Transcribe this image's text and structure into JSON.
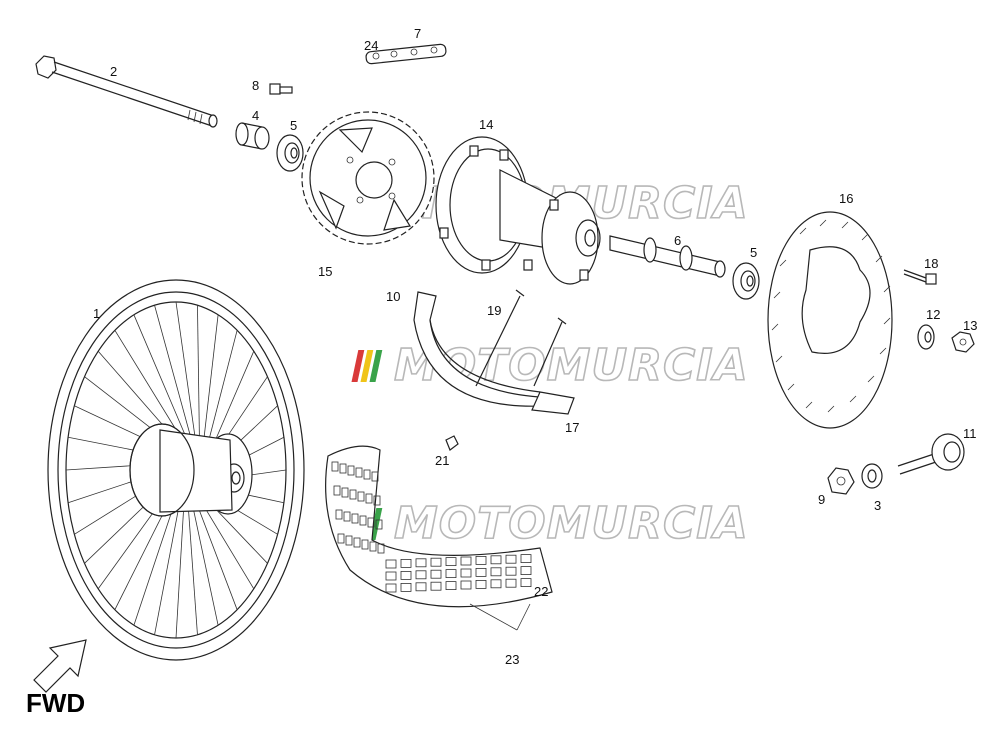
{
  "diagram": {
    "direction_label": "FWD",
    "watermark_text": "MOTOMURCIA",
    "watermark_colors": [
      "#d93a3a",
      "#f0c419",
      "#3aa34a",
      "#e8e8e8"
    ],
    "part_numbers": {
      "p1": "1",
      "p2": "2",
      "p3": "3",
      "p4": "4",
      "p5a": "5",
      "p5b": "5",
      "p6": "6",
      "p7": "7",
      "p8": "8",
      "p9": "9",
      "p10": "10",
      "p11": "11",
      "p12": "12",
      "p13": "13",
      "p14": "14",
      "p15": "15",
      "p16": "16",
      "p17": "17",
      "p18": "18",
      "p19": "19",
      "p21": "21",
      "p22": "22",
      "p23": "23",
      "p24": "24"
    }
  }
}
